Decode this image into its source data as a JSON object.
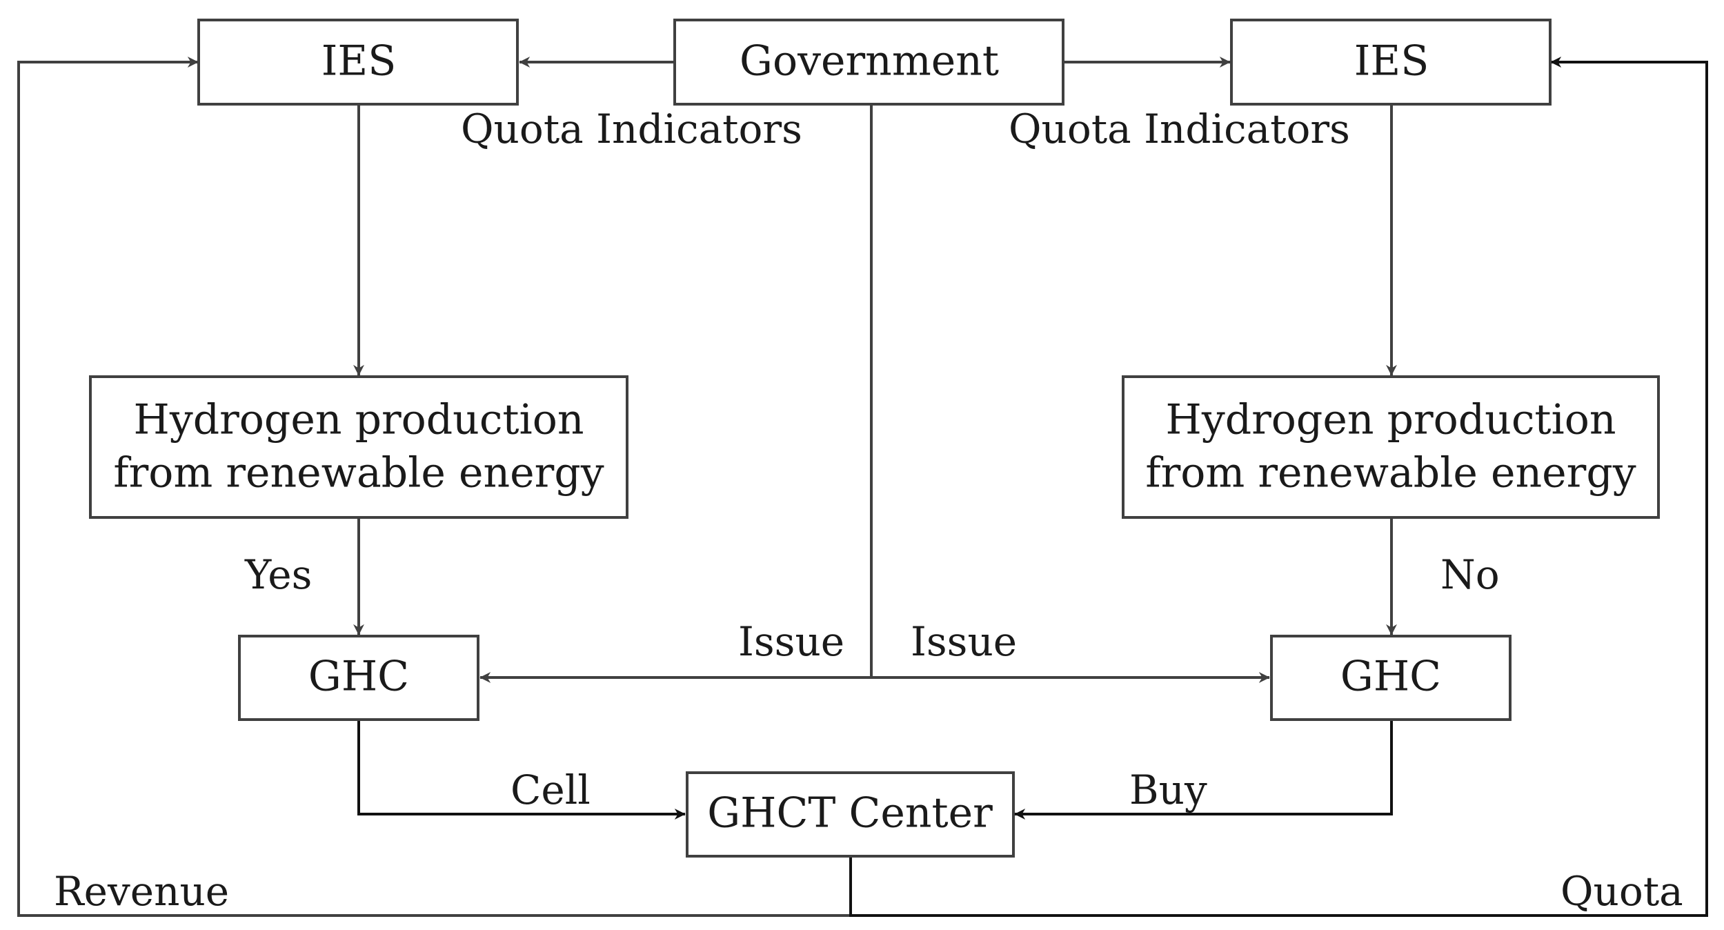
{
  "nodes": {
    "government": "Government",
    "ies_left": "IES",
    "ies_right": "IES",
    "hydrogen_left": [
      "Hydrogen production",
      "from renewable energy"
    ],
    "hydrogen_right": [
      "Hydrogen production",
      "from renewable energy"
    ],
    "ghc_left": "GHC",
    "ghc_right": "GHC",
    "ghct_center": "GHCT Center"
  },
  "edge_labels": {
    "quota_indicators_left": "Quota Indicators",
    "quota_indicators_right": "Quota Indicators",
    "yes": "Yes",
    "no": "No",
    "issue_left": "Issue",
    "issue_right": "Issue",
    "cell": "Cell",
    "buy": "Buy",
    "revenue": "Revenue",
    "quota": "Quota"
  }
}
